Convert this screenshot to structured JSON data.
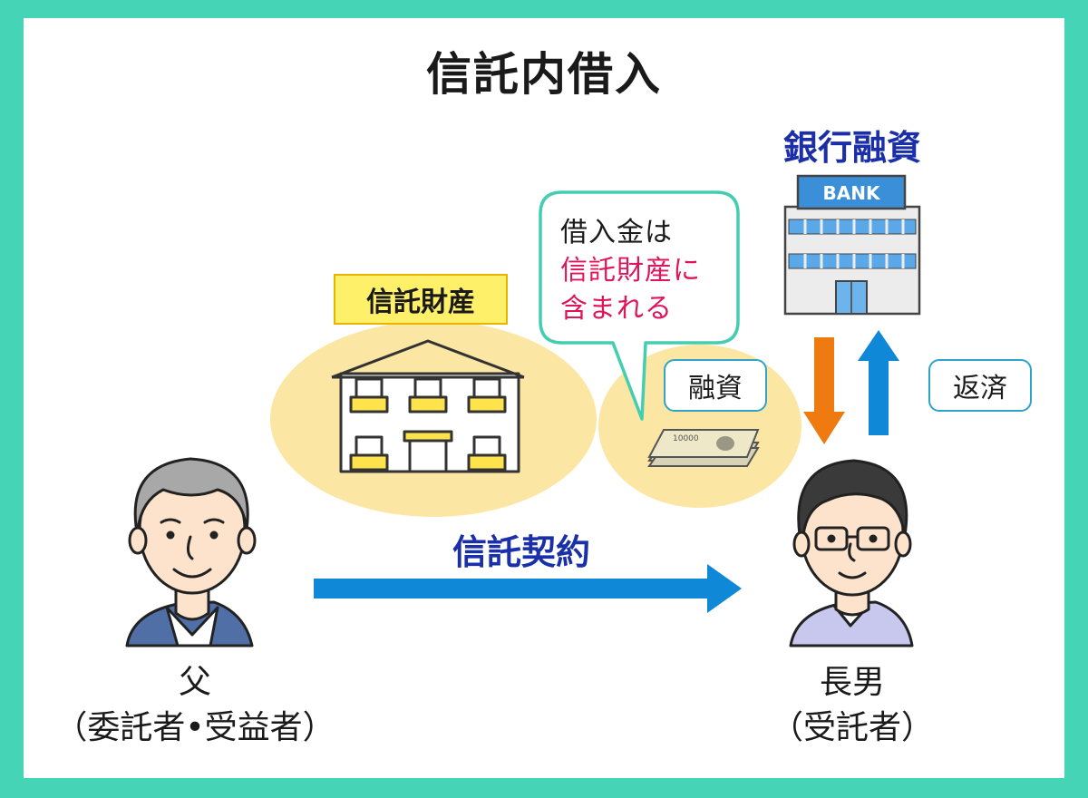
{
  "title": "信託内借入",
  "bank": {
    "heading": "銀行融資",
    "sign": "BANK"
  },
  "trust_property_label": "信託財産",
  "bubble": {
    "line1": "借入金は",
    "line2": "信託財産に",
    "line3": "含まれる"
  },
  "loan_label": "融資",
  "repay_label": "返済",
  "contract_label": "信託契約",
  "banknote_value": "10000",
  "father": {
    "name": "父",
    "role": "（委託者•受益者）"
  },
  "son": {
    "name": "長男",
    "role": "（受託者）"
  },
  "colors": {
    "frame": "#45d4b6",
    "heading_blue": "#1a2fa8",
    "highlight_pink": "#e0145a",
    "arrow_blue": "#0f88d8",
    "arrow_orange": "#ee7a10",
    "ellipse_yellow": "#fbe7a3",
    "tag_yellow": "#fff06a"
  }
}
